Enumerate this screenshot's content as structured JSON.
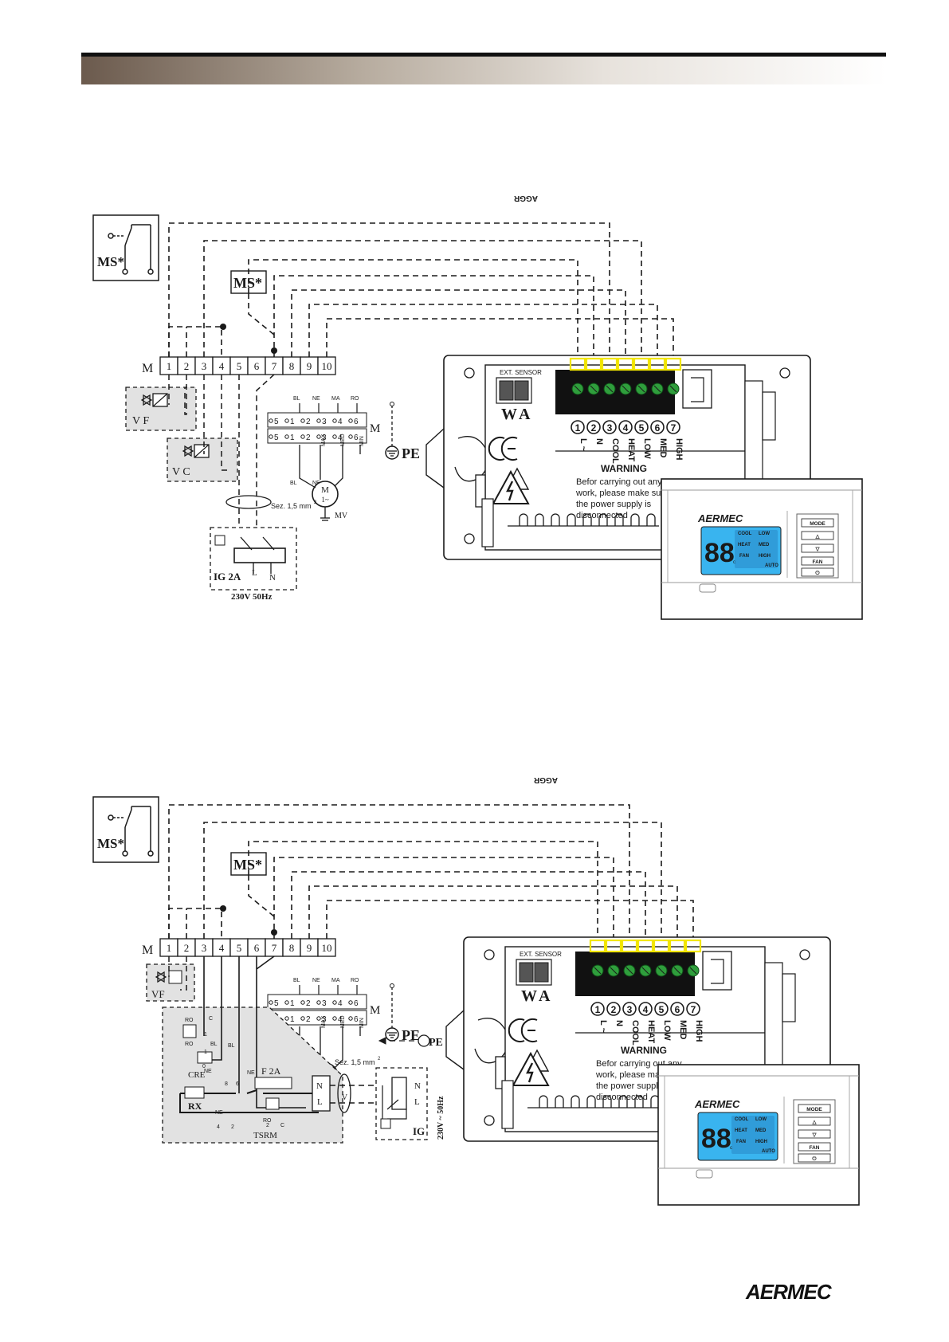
{
  "colors": {
    "line": "#1a1a1a",
    "shade": "#e2e2e2",
    "terminal_green": "#2f9e3c",
    "highlight": "#f2e600",
    "lcd": "#39b4ef"
  },
  "terminal_strip": {
    "label": "M",
    "numbers": [
      "1",
      "2",
      "3",
      "4",
      "5",
      "6",
      "7",
      "8",
      "9",
      "10"
    ]
  },
  "motor_block": {
    "wire_tags": [
      "BL",
      "NE",
      "MA",
      "RO"
    ],
    "speed_tags": [
      "MAX",
      "MED",
      "MIN"
    ],
    "numbers": [
      "5",
      "1",
      "2",
      "3",
      "4",
      "6"
    ],
    "label": "M",
    "motor_symbol": "M",
    "motor_phase": "1~",
    "motor_label": "MV"
  },
  "labels": {
    "ms": "MS*",
    "pe": "PE",
    "sez": "Sez. 1,5 mm",
    "sez_sup": "2"
  },
  "diagram1": {
    "vf": "V F",
    "vc": "V C",
    "ig": "IG 2A",
    "supply": "230V 50Hz",
    "l": "L",
    "n": "N"
  },
  "diagram2": {
    "vf": "VF",
    "cre": "CRE",
    "rx": "RX",
    "f2a": "F 2A",
    "tsrm": "TSRM",
    "ig": "IG",
    "supply": "230V ~ 50Hz",
    "wires": [
      "RO",
      "BL",
      "RO",
      "BL",
      "NE",
      "NE",
      "NE",
      "RO"
    ],
    "nums": [
      "C",
      "1",
      "1",
      "0",
      "8",
      "6",
      "4",
      "2",
      "2",
      "C"
    ],
    "n": "N",
    "l": "L"
  },
  "board": {
    "ext_sensor": "EXT. SENSOR",
    "w": "W",
    "a": "A",
    "terminals": [
      "1",
      "2",
      "3",
      "4",
      "5",
      "6",
      "7"
    ],
    "terminal_labels": [
      "L ~",
      "N",
      "COOL",
      "HEAT",
      "LOW",
      "MED",
      "HIGH"
    ],
    "ce": "CE",
    "gost": "AGGR",
    "warning_title": "WARNING",
    "warning_lines": [
      "Befor carrying out any",
      "work, please make sure",
      "the power supply is",
      "disconnected"
    ]
  },
  "thermostat": {
    "brand": "AERMEC",
    "display": "88",
    "unit": "c",
    "tags": [
      "COOL",
      "LOW",
      "HEAT",
      "MED",
      "FAN",
      "HIGH",
      "AUTO"
    ],
    "buttons": [
      "MODE",
      "△",
      "▽",
      "FAN",
      "⏻"
    ]
  },
  "footer": {
    "brand": "AERMEC"
  }
}
